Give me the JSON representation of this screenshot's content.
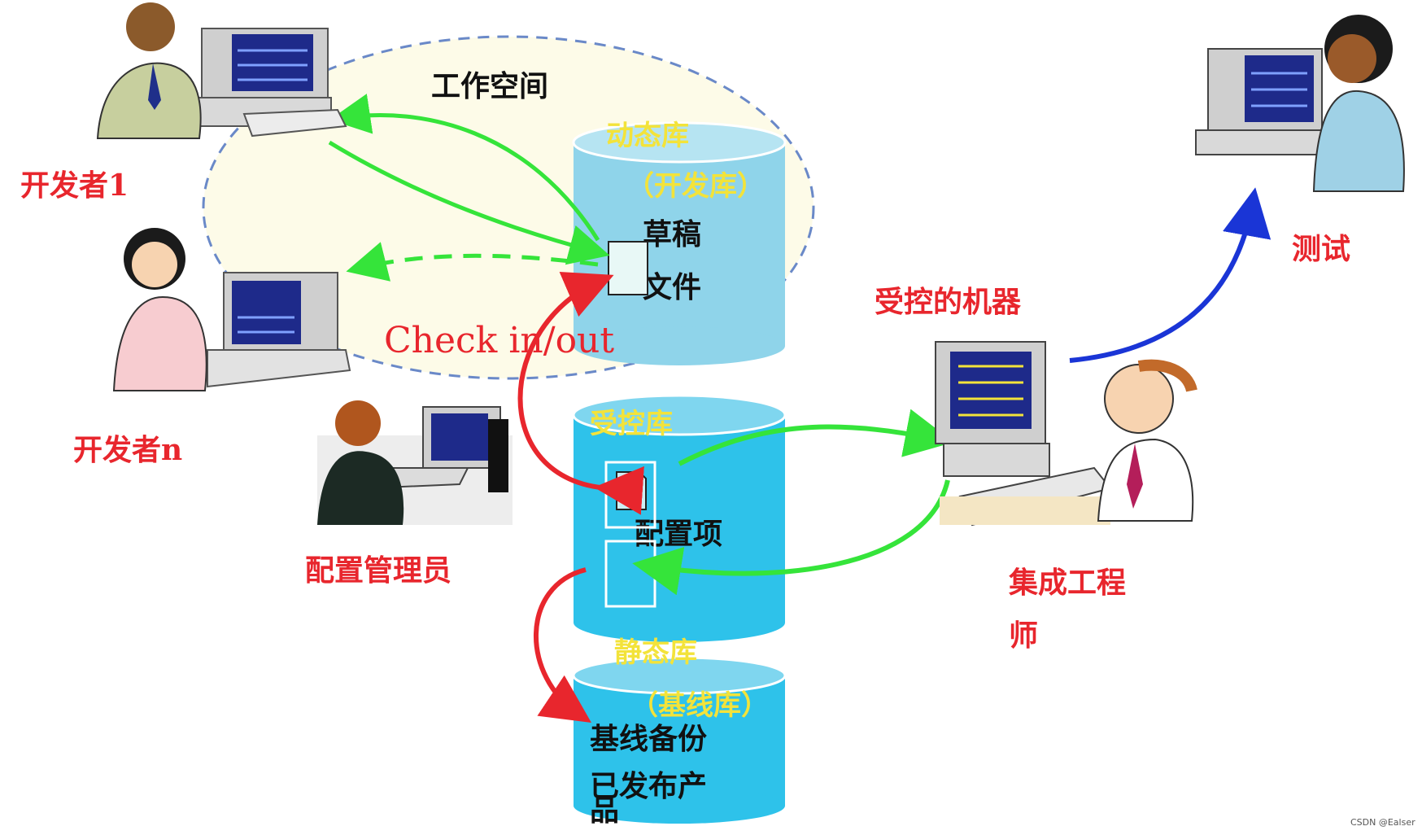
{
  "workspace": {
    "title": "工作空间"
  },
  "roles": {
    "developer1": "开发者1",
    "developern": "开发者n",
    "config_admin": "配置管理员",
    "integration_engineer_line1": "集成工程",
    "integration_engineer_line2": "师",
    "controlled_machine": "受控的机器",
    "test": "测试"
  },
  "dynamic_lib": {
    "name": "动态库",
    "subname": "（开发库）",
    "item_line1": "草稿",
    "item_line2": "文件"
  },
  "controlled_lib": {
    "name": "受控库",
    "item": "配置项"
  },
  "static_lib": {
    "name": "静态库",
    "subname": "（基线库）",
    "item_line1": "基线备份",
    "item_line2": "已发布产",
    "item_line3": "品"
  },
  "checkio": "Check in/out",
  "watermark": "CSDN @Ealser",
  "colors": {
    "red_label": "#e8262d",
    "green_arrow": "#35e43a",
    "red_arrow": "#e8262d",
    "blue_arrow": "#1a35d6",
    "cylinder_light": "#8fd4ea",
    "cylinder_mid": "#2ec2ea",
    "workspace_fill": "#fdfbe8",
    "workspace_border": "#6a89c8"
  },
  "icons": [
    "developer-1-icon",
    "developer-n-icon",
    "admin-icon",
    "engineer-icon",
    "tester-icon",
    "computer-icon",
    "document-icon"
  ]
}
